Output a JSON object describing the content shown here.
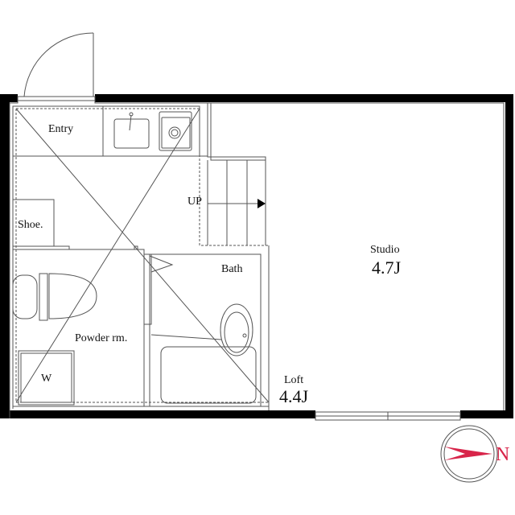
{
  "plan": {
    "rooms": {
      "entry": {
        "label": "Entry"
      },
      "shoe": {
        "label": "Shoe."
      },
      "powder": {
        "label": "Powder rm."
      },
      "washer": {
        "label": "W"
      },
      "bath": {
        "label": "Bath"
      },
      "stairs": {
        "label": "UP"
      },
      "studio": {
        "label": "Studio",
        "size": "4.7J"
      },
      "loft": {
        "label": "Loft",
        "size": "4.4J"
      }
    },
    "compass": {
      "label": "N",
      "color": "#d8254a"
    },
    "colors": {
      "wall": "#000000",
      "line": "#555555"
    }
  }
}
